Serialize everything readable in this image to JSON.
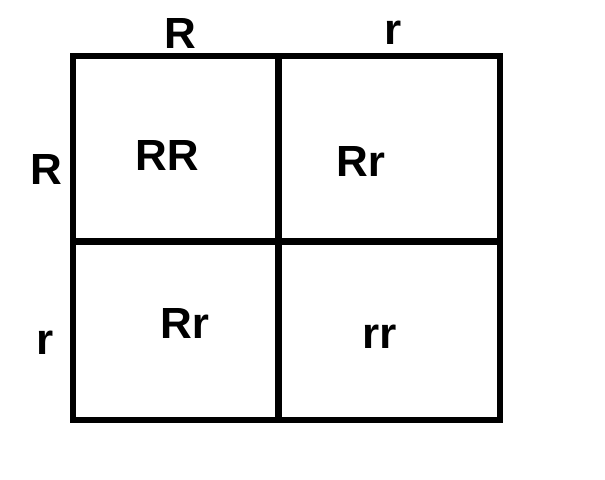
{
  "top_alleles": [
    "R",
    "r"
  ],
  "side_alleles": [
    "R",
    "r"
  ],
  "cells": [
    [
      "RR",
      "Rr"
    ],
    [
      "Rr",
      "rr"
    ]
  ]
}
